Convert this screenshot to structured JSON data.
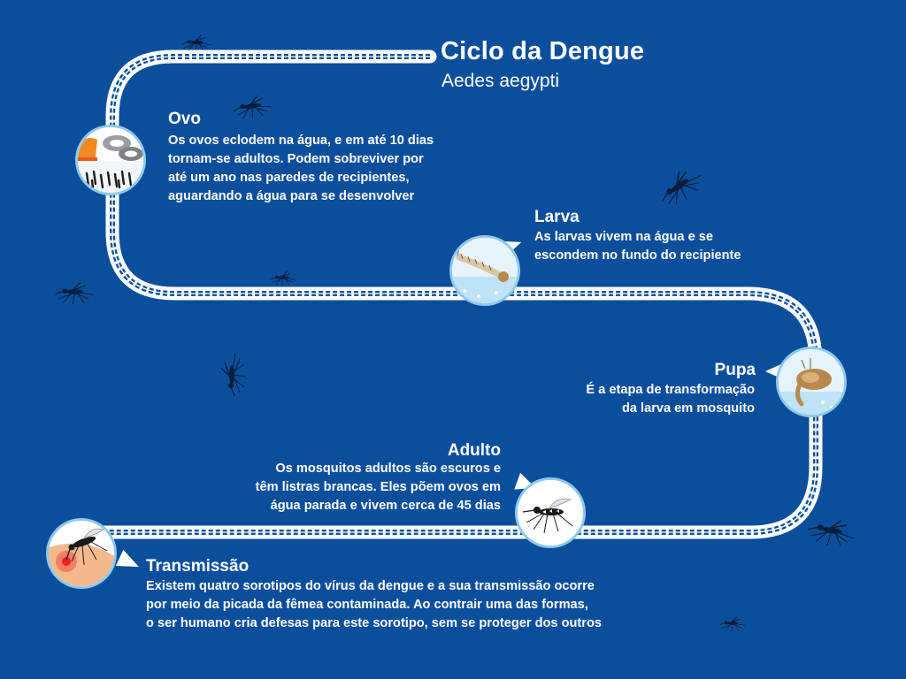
{
  "header": {
    "title": "Ciclo da Dengue",
    "subtitle": "Aedes aegypti"
  },
  "stages": [
    {
      "key": "ovo",
      "title": "Ovo",
      "icon": "egg-container-icon",
      "lines": [
        "Os ovos eclodem na água, e em até 10 dias",
        "tornam-se adultos. Podem sobreviver por",
        "até um ano nas paredes de recipientes,",
        "aguardando a água para se desenvolver"
      ]
    },
    {
      "key": "larva",
      "title": "Larva",
      "icon": "larva-icon",
      "lines": [
        "As larvas vivem na água e se",
        "escondem no fundo do recipiente"
      ]
    },
    {
      "key": "pupa",
      "title": "Pupa",
      "icon": "pupa-icon",
      "lines": [
        "É a etapa de transformação",
        "da larva em mosquito"
      ]
    },
    {
      "key": "adulto",
      "title": "Adulto",
      "icon": "mosquito-icon",
      "lines": [
        "Os mosquitos adultos são escuros e",
        "têm listras brancas. Eles põem ovos em",
        "água parada e vivem cerca de 45 dias"
      ]
    },
    {
      "key": "transmissao",
      "title": "Transmissão",
      "icon": "mosquito-bite-icon",
      "lines": [
        "Existem quatro sorotipos do vírus da dengue e a sua transmissão ocorre",
        "por meio da picada da fêmea contaminada. Ao contrair uma das formas,",
        "o ser humano cria defesas para este sorotipo, sem se proteger dos outros"
      ]
    }
  ],
  "colors": {
    "background": "#0b4f9c",
    "track": "#ffffff",
    "track_dash": "#0b4f9c",
    "circle_border": "#8ec9ec",
    "mosquito": "#0a1e3c"
  }
}
